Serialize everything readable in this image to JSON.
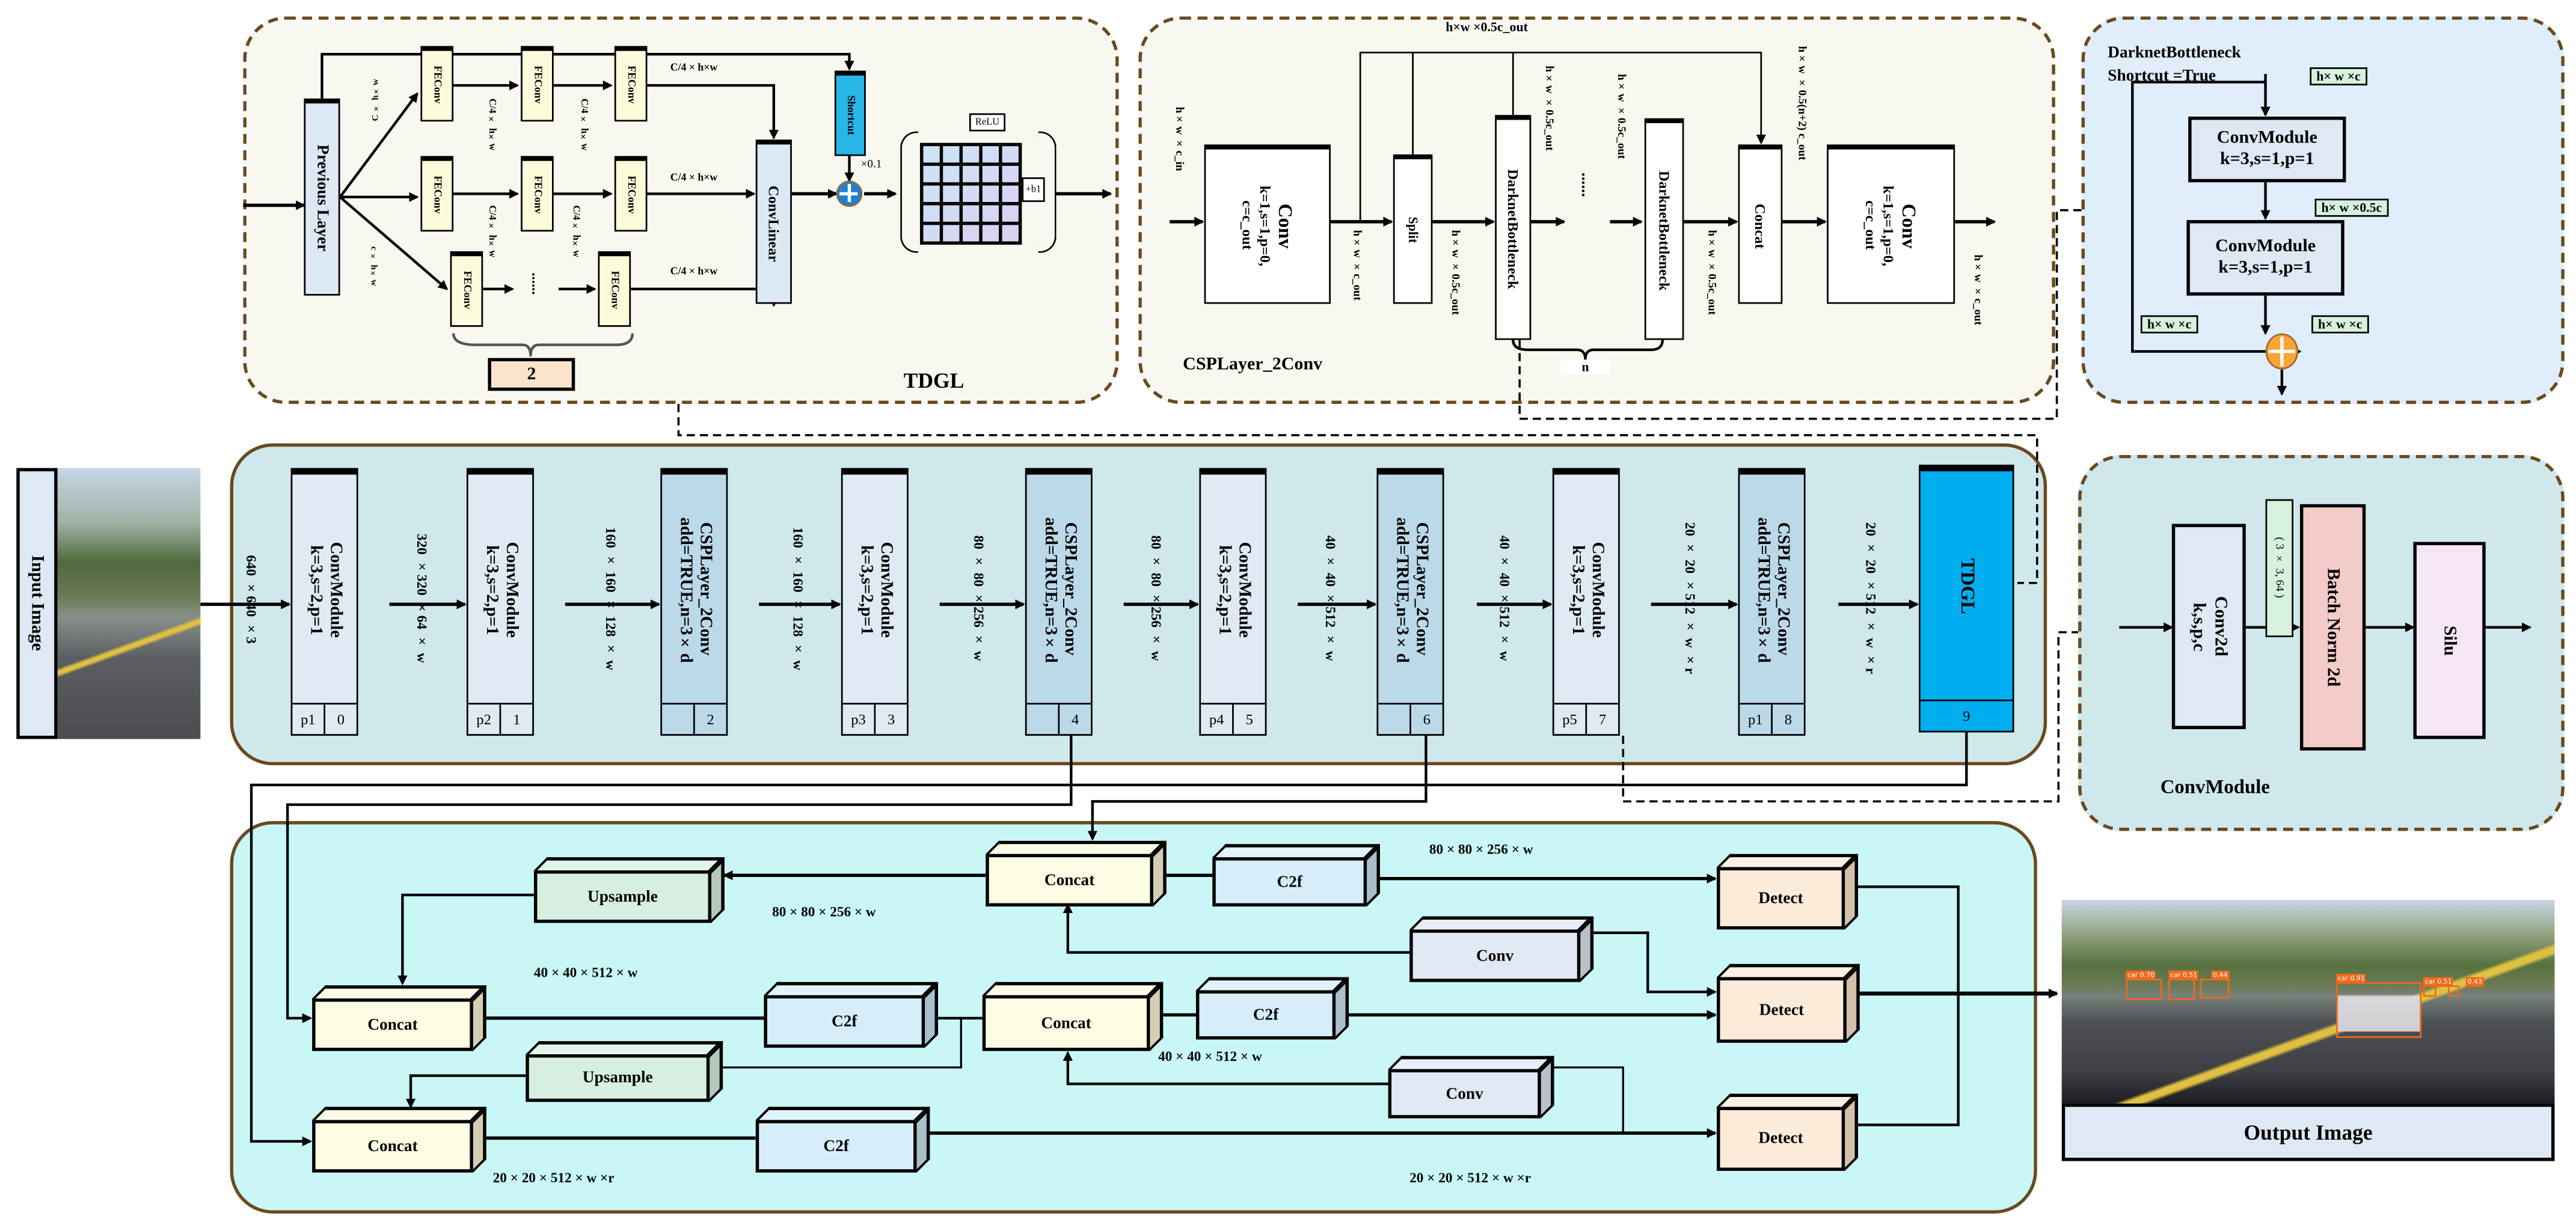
{
  "tdgl": {
    "title": "TDGL",
    "previous_layer": "Previous Layer",
    "feconv": "FEConv",
    "conv_linear": "ConvLinear",
    "shortcut": "Shortcut",
    "scale": "×0.1",
    "relu": "ReLU",
    "bias": "+b1",
    "repeat": "2",
    "dim_in_upper": "C × h×w",
    "dim_in_lower": "c × h×w",
    "dim_quarter": "C/4 × h×w",
    "dots": "......"
  },
  "csp": {
    "title": "CSPLayer_2Conv",
    "dim_in": "h×w ×c_in",
    "conv_title": "Conv",
    "conv_params": "k=1,s=1,p=0,",
    "conv_c": "c=c_out",
    "split": "Split",
    "darknet": "DarknetBottleneck",
    "concat": "Concat",
    "dots": "......",
    "n": "n",
    "dim_top": "h×w ×0.5c_out",
    "dim_cout": "h×w ×c_out",
    "dim_half": "h×w ×0.5c_out",
    "dim_concat": "h×w ×0.5(n+2) c_out"
  },
  "darknet": {
    "title": "DarknetBottleneck",
    "shortcut": "Shortcut =True",
    "conv_title": "ConvModule",
    "conv_params": "k=3,s=1,p=1",
    "dim_c": "h× w ×c",
    "dim_half": "h× w ×0.5c"
  },
  "backbone": {
    "input_label": "Input Image",
    "input_dim": "640 ×640 ×3",
    "modules": [
      {
        "title": "ConvModule",
        "params": "k=3,s=2,p=1",
        "tag": "p1",
        "index": "0"
      },
      {
        "title": "ConvModule",
        "params": "k=3,s=2,p=1",
        "tag": "p2",
        "index": "1"
      },
      {
        "title": "CSPLayer_2Conv",
        "params": "add=TRUE,n=3×d",
        "tag": "",
        "index": "2"
      },
      {
        "title": "ConvModule",
        "params": "k=3,s=2,p=1",
        "tag": "p3",
        "index": "3"
      },
      {
        "title": "CSPLayer_2Conv",
        "params": "add=TRUE,n=3×d",
        "tag": "",
        "index": "4"
      },
      {
        "title": "ConvModule",
        "params": "k=3,s=2,p=1",
        "tag": "p4",
        "index": "5"
      },
      {
        "title": "CSPLayer_2Conv",
        "params": "add=TRUE,n=3×d",
        "tag": "",
        "index": "6"
      },
      {
        "title": "ConvModule",
        "params": "k=3,s=2,p=1",
        "tag": "p5",
        "index": "7"
      },
      {
        "title": "CSPLayer_2Conv",
        "params": "add=TRUE,n=3×d",
        "tag": "p1",
        "index": "8"
      },
      {
        "title": "TDGL",
        "params": "",
        "tag": "",
        "index": "9"
      }
    ],
    "dims": [
      "320 ×320 ×64 × w",
      "160 × 160 × 128 × w",
      "160 × 160 × 128 × w",
      "80 × 80 ×256 × w",
      "80 × 80 ×256 × w",
      "40 × 40 ×512 × w",
      "40 × 40 ×512 × w",
      "20 × 20 ×512 × w ×r",
      "20 × 20 ×512 × w ×r"
    ]
  },
  "convmodule": {
    "title": "ConvModule",
    "conv2d": "Conv2d",
    "conv2d_params": "k,s,p,c",
    "kernel": "( 3 × 3, 64 )",
    "batchnorm": "Batch Norm 2d",
    "silu": "Silu"
  },
  "neck": {
    "concat": "Concat",
    "upsample": "Upsample",
    "c2f": "C2f",
    "conv": "Conv",
    "detect": "Detect",
    "dim_80": "80 × 80 × 256 × w",
    "dim_40": "40 × 40 × 512 × w",
    "dim_20": "20 × 20 × 512 × w ×r"
  },
  "output": {
    "label": "Output Image",
    "detections": [
      {
        "label": "car 0.70"
      },
      {
        "label": "car 0.51"
      },
      {
        "label": "0.44"
      },
      {
        "label": "car 0.91"
      },
      {
        "label": "car 0.51"
      },
      {
        "label": "0.43"
      }
    ]
  },
  "colors": {
    "panel_border": "#6b4a1e",
    "tdgl_accent": "#00aeef",
    "shortcut": "#29b6e8",
    "backbone_bg": "#cfe8ec",
    "neck_bg": "#c9f7f7",
    "detection_box": "#f06a1c"
  }
}
